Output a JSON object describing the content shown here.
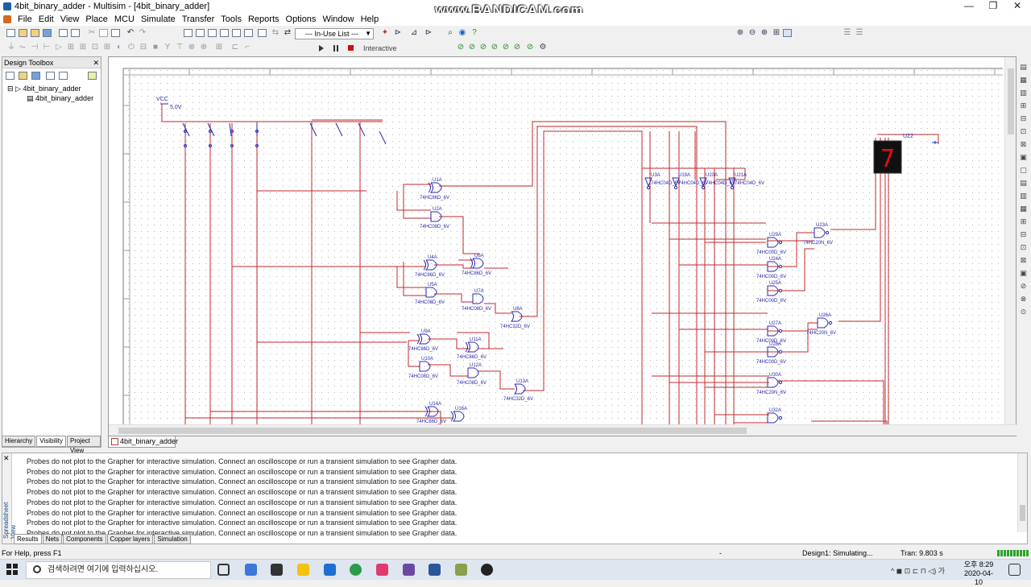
{
  "window": {
    "title": "4bit_binary_adder - Multisim - [4bit_binary_adder]",
    "watermark": "www.BANDICAM.com",
    "controls": [
      "—",
      "❐",
      "✕"
    ]
  },
  "menu": [
    "File",
    "Edit",
    "View",
    "Place",
    "MCU",
    "Simulate",
    "Transfer",
    "Tools",
    "Reports",
    "Options",
    "Window",
    "Help"
  ],
  "toolbar": {
    "in_use_list": "--- In-Use List ---",
    "simulation_mode": "Interactive"
  },
  "toolbox": {
    "title": "Design Toolbox",
    "close": "✕",
    "tree": [
      {
        "label": "4bit_binary_adder",
        "level": 0
      },
      {
        "label": "4bit_binary_adder",
        "level": 1
      }
    ],
    "tabs": [
      "Hierarchy",
      "Visibility",
      "Project View"
    ]
  },
  "document_tab": "4bit_binary_adder",
  "schematic": {
    "source_label": "VCC",
    "source_value": "5.0V",
    "display_label": "U22",
    "display_value": "7",
    "gates": [
      {
        "ref": "U1A",
        "part": "74HC86D_6V"
      },
      {
        "ref": "U2A",
        "part": "74HC08D_6V"
      },
      {
        "ref": "U4A",
        "part": "74HC86D_6V"
      },
      {
        "ref": "U5A",
        "part": "74HC08D_6V"
      },
      {
        "ref": "U6A",
        "part": "74HC86D_6V"
      },
      {
        "ref": "U7A",
        "part": "74HC08D_6V"
      },
      {
        "ref": "U8A",
        "part": "74HC32D_6V"
      },
      {
        "ref": "U9A",
        "part": "74HC86D_6V"
      },
      {
        "ref": "U10A",
        "part": "74HC08D_6V"
      },
      {
        "ref": "U11A",
        "part": "74HC86D_6V"
      },
      {
        "ref": "U12A",
        "part": "74HC08D_6V"
      },
      {
        "ref": "U13A",
        "part": "74HC32D_6V"
      },
      {
        "ref": "U14A",
        "part": "74HC86D_6V"
      },
      {
        "ref": "U16A",
        "part": ""
      },
      {
        "ref": "U3A",
        "part": "74HC04D_6V"
      },
      {
        "ref": "U19A",
        "part": "74HC04D_6V"
      },
      {
        "ref": "U20A",
        "part": "74HC04D_6V"
      },
      {
        "ref": "U21A",
        "part": "74HC04D_6V"
      },
      {
        "ref": "U23A",
        "part": "74HC20N_6V"
      },
      {
        "ref": "U29A",
        "part": "74HC00D_6V"
      },
      {
        "ref": "U24A",
        "part": "74HC00D_6V"
      },
      {
        "ref": "U25A",
        "part": "74HC00D_6V"
      },
      {
        "ref": "U26A",
        "part": "74HC20N_6V"
      },
      {
        "ref": "U27A",
        "part": "74HC00D_6V"
      },
      {
        "ref": "U28A",
        "part": "74HC00D_6V"
      },
      {
        "ref": "U30A",
        "part": "74HC20N_6V"
      },
      {
        "ref": "U32A",
        "part": ""
      }
    ]
  },
  "spreadsheet": {
    "side_label": "Spreadsheet View",
    "lines": [
      "Probes do not plot to the Grapher for interactive simulation. Connect an oscilloscope or run a transient simulation to see Grapher data.",
      "Probes do not plot to the Grapher for interactive simulation. Connect an oscilloscope or run a transient simulation to see Grapher data.",
      "Probes do not plot to the Grapher for interactive simulation. Connect an oscilloscope or run a transient simulation to see Grapher data.",
      "Probes do not plot to the Grapher for interactive simulation. Connect an oscilloscope or run a transient simulation to see Grapher data.",
      "Probes do not plot to the Grapher for interactive simulation. Connect an oscilloscope or run a transient simulation to see Grapher data.",
      "Probes do not plot to the Grapher for interactive simulation. Connect an oscilloscope or run a transient simulation to see Grapher data.",
      "Probes do not plot to the Grapher for interactive simulation. Connect an oscilloscope or run a transient simulation to see Grapher data.",
      "Probes do not plot to the Grapher for interactive simulation. Connect an oscilloscope or run a transient simulation to see Grapher data."
    ],
    "tabs": [
      "Results",
      "Nets",
      "Components",
      "Copper layers",
      "Simulation"
    ]
  },
  "status": {
    "help": "For Help, press F1",
    "dash": "-",
    "simulating": "Design1: Simulating...",
    "tran": "Tran: 9.803 s"
  },
  "taskbar": {
    "search_placeholder": "검색하려면 여기에 입력하십시오.",
    "time": "오후 8:29",
    "date": "2020-04-10",
    "tray": "^  ◼  ⊡  ⊏  ⊓  ◁)  가"
  },
  "colors": {
    "wire": "#c0282d",
    "component": "#2a2ab0",
    "grid_dot": "#b4b4b4"
  }
}
